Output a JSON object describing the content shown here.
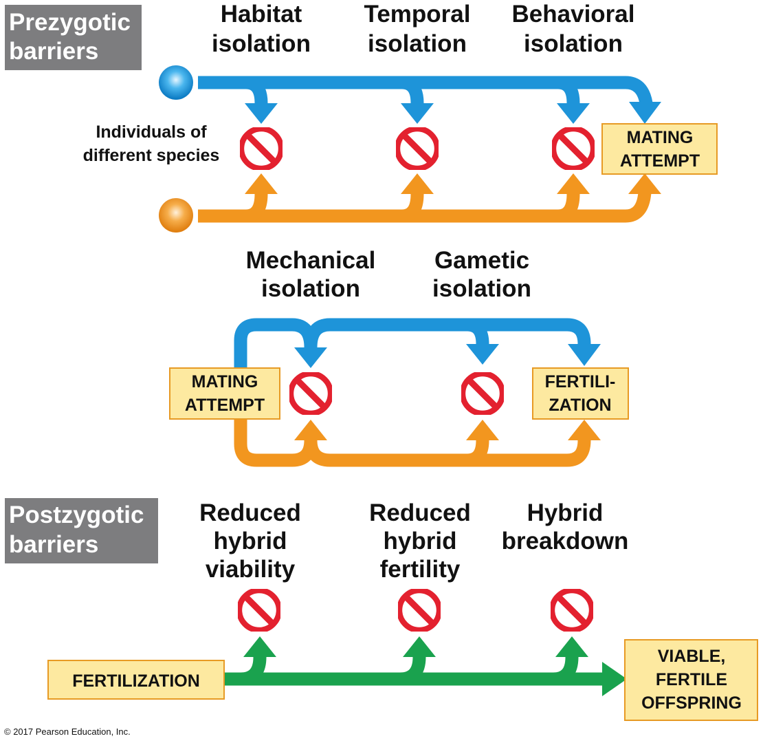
{
  "labels": {
    "prezygotic": [
      "Prezygotic",
      "barriers"
    ],
    "postzygotic": [
      "Postzygotic",
      "barriers"
    ],
    "individuals": [
      "Individuals of",
      "different species"
    ],
    "habitat": [
      "Habitat",
      "isolation"
    ],
    "temporal": [
      "Temporal",
      "isolation"
    ],
    "behavioral": [
      "Behavioral",
      "isolation"
    ],
    "mechanical": [
      "Mechanical",
      "isolation"
    ],
    "gametic": [
      "Gametic",
      "isolation"
    ],
    "reduced_viability": [
      "Reduced",
      "hybrid",
      "viability"
    ],
    "reduced_fertility": [
      "Reduced",
      "hybrid",
      "fertility"
    ],
    "hybrid_breakdown": [
      "Hybrid",
      "breakdown"
    ],
    "mating_attempt_1": [
      "MATING",
      "ATTEMPT"
    ],
    "mating_attempt_2": [
      "MATING",
      "ATTEMPT"
    ],
    "fertilization_1": [
      "FERTILI-",
      "ZATION"
    ],
    "fertilization_2": [
      "FERTILIZATION"
    ],
    "offspring": [
      "VIABLE,",
      "FERTILE",
      "OFFSPRING"
    ],
    "copyright": "© 2017 Pearson Education, Inc."
  },
  "colors": {
    "blue": "#1e94d9",
    "orange": "#f2961f",
    "green": "#1aa24e",
    "block": "#e3212f",
    "box_fill": "#fde9a0",
    "box_border": "#e79a24",
    "side_box": "#7d7d7f"
  },
  "icons": {
    "block": "no-entry-icon",
    "blue_dot": "blue-species-dot-icon",
    "orange_dot": "orange-species-dot-icon"
  }
}
